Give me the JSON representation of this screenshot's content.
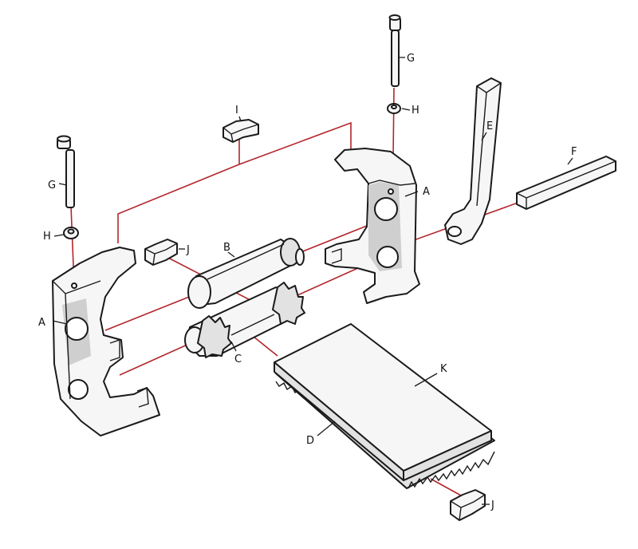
{
  "colors": {
    "guide_line": "#b3262b",
    "outline": "#1a1a1a",
    "part_fill": "#f6f6f6",
    "shadow": "#cfcfcf"
  },
  "labels": {
    "frame_left": "A",
    "frame_right": "A",
    "roller_top": "B",
    "roller_gear": "C",
    "rack": "D",
    "crank_handle": "E",
    "square_shaft": "F",
    "bolt_left": "G",
    "bolt_right": "G",
    "nut_left": "H",
    "nut_right": "H",
    "cross_brace": "I",
    "wedge_upper": "J",
    "wedge_lower": "J",
    "bed_plate": "K"
  }
}
